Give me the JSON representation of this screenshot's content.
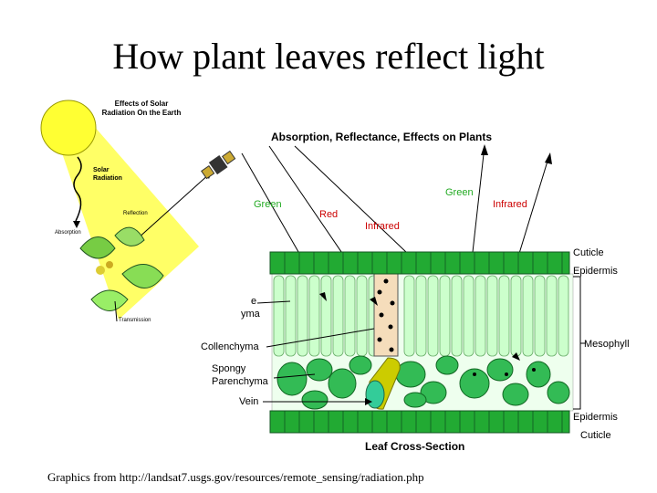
{
  "slide": {
    "title": "How plant leaves reflect light",
    "caption": "Graphics from http://landsat7.usgs.gov/resources/remote_sensing/radiation.php"
  },
  "left_figure": {
    "title_line1": "Effects of Solar",
    "title_line2": "Radiation On the Earth",
    "solar_line1": "Solar",
    "solar_line2": "Radiation",
    "reflection": "Reflection",
    "absorption": "Absorption",
    "transmission": "Transmission"
  },
  "right_figure": {
    "title": "Absorption, Reflectance, Effects on Plants",
    "incoming": [
      "Green",
      "Red",
      "Infrared"
    ],
    "reflected": [
      "Green",
      "Infrared"
    ],
    "layers": {
      "cuticle_top": "Cuticle",
      "epidermis_top": "Epidermis",
      "mesophyll": "Mesophyll",
      "epidermis_bottom": "Epidermis",
      "cuticle_bottom": "Cuticle"
    },
    "parts": {
      "palisade_partial_1": "e",
      "palisade_partial_2": "yma",
      "collenchyma": "Collenchyma",
      "spongy_line1": "Spongy",
      "spongy_line2": "Parenchyma",
      "vein": "Vein"
    },
    "section_label": "Leaf Cross-Section"
  },
  "colors": {
    "sun": "#ffff33",
    "beam": "#ffff66",
    "epidermis": "#22aa33",
    "palisade": "#ccffcc",
    "spongy": "#33bb55",
    "green_text": "#22aa22",
    "red_text": "#cc0000",
    "vein": "#cccc00"
  }
}
